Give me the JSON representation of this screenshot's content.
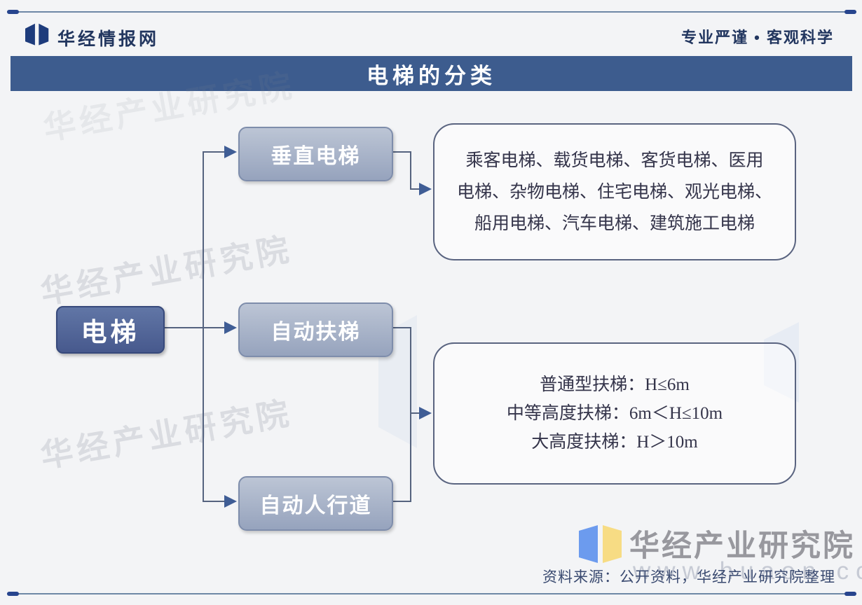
{
  "header": {
    "brand": "华经情报网",
    "tagline": "专业严谨 • 客观科学"
  },
  "title_bar": {
    "title": "电梯的分类"
  },
  "watermark": {
    "text": "华经产业研究院"
  },
  "diagram": {
    "root_label": "电梯",
    "branches": [
      {
        "label": "垂直电梯"
      },
      {
        "label": "自动扶梯"
      },
      {
        "label": "自动人行道"
      }
    ],
    "detail_boxes": [
      {
        "lines": [
          "乘客电梯、载货电梯、客货电梯、医用",
          "电梯、杂物电梯、住宅电梯、观光电梯、",
          "船用电梯、汽车电梯、建筑施工电梯"
        ]
      },
      {
        "lines": [
          "普通型扶梯：H≤6m",
          "中等高度扶梯：6m＜H≤10m",
          "大高度扶梯：H＞10m"
        ]
      }
    ]
  },
  "footer": {
    "logo_text": "华经产业研究院",
    "logo_url": "www.huaon.com",
    "source": "资料来源：公开资料，华经产业研究院整理"
  },
  "colors": {
    "title_bar_bg": "#3d5c8e",
    "root_node_fill": "#4b5e91",
    "branch_node_fill": "#a3afc6",
    "connector_line": "#55637f",
    "arrow": "#3f5d95",
    "header_text": "#22365f",
    "detail_text": "#34344a",
    "source_text": "#3a4a70",
    "logo_blue": "#6c9bee",
    "logo_yellow": "#f7dc84"
  }
}
